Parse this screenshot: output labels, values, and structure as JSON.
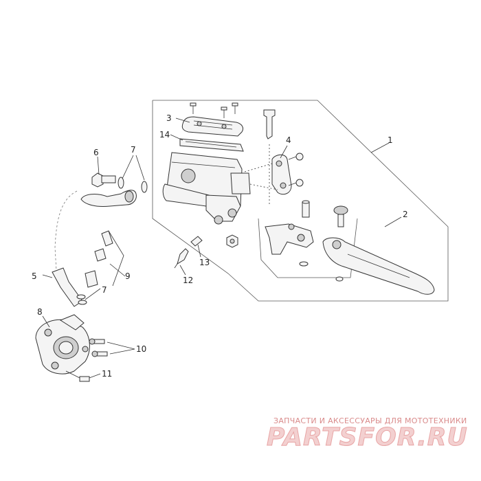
{
  "callouts": {
    "c1": "1",
    "c2": "2",
    "c3": "3",
    "c4": "4",
    "c5": "5",
    "c6": "6",
    "c7a": "7",
    "c7b": "7",
    "c8": "8",
    "c9": "9",
    "c10": "10",
    "c11": "11",
    "c12": "12",
    "c13": "13",
    "c14": "14"
  },
  "watermark": {
    "tagline": "ЗАПЧАСТИ И АКСЕССУАРЫ ДЛЯ МОТОТЕХНИКИ",
    "brand": "PARTSFOR.RU"
  },
  "colors": {
    "line": "#333333",
    "watermark": "#e8a5a5"
  }
}
